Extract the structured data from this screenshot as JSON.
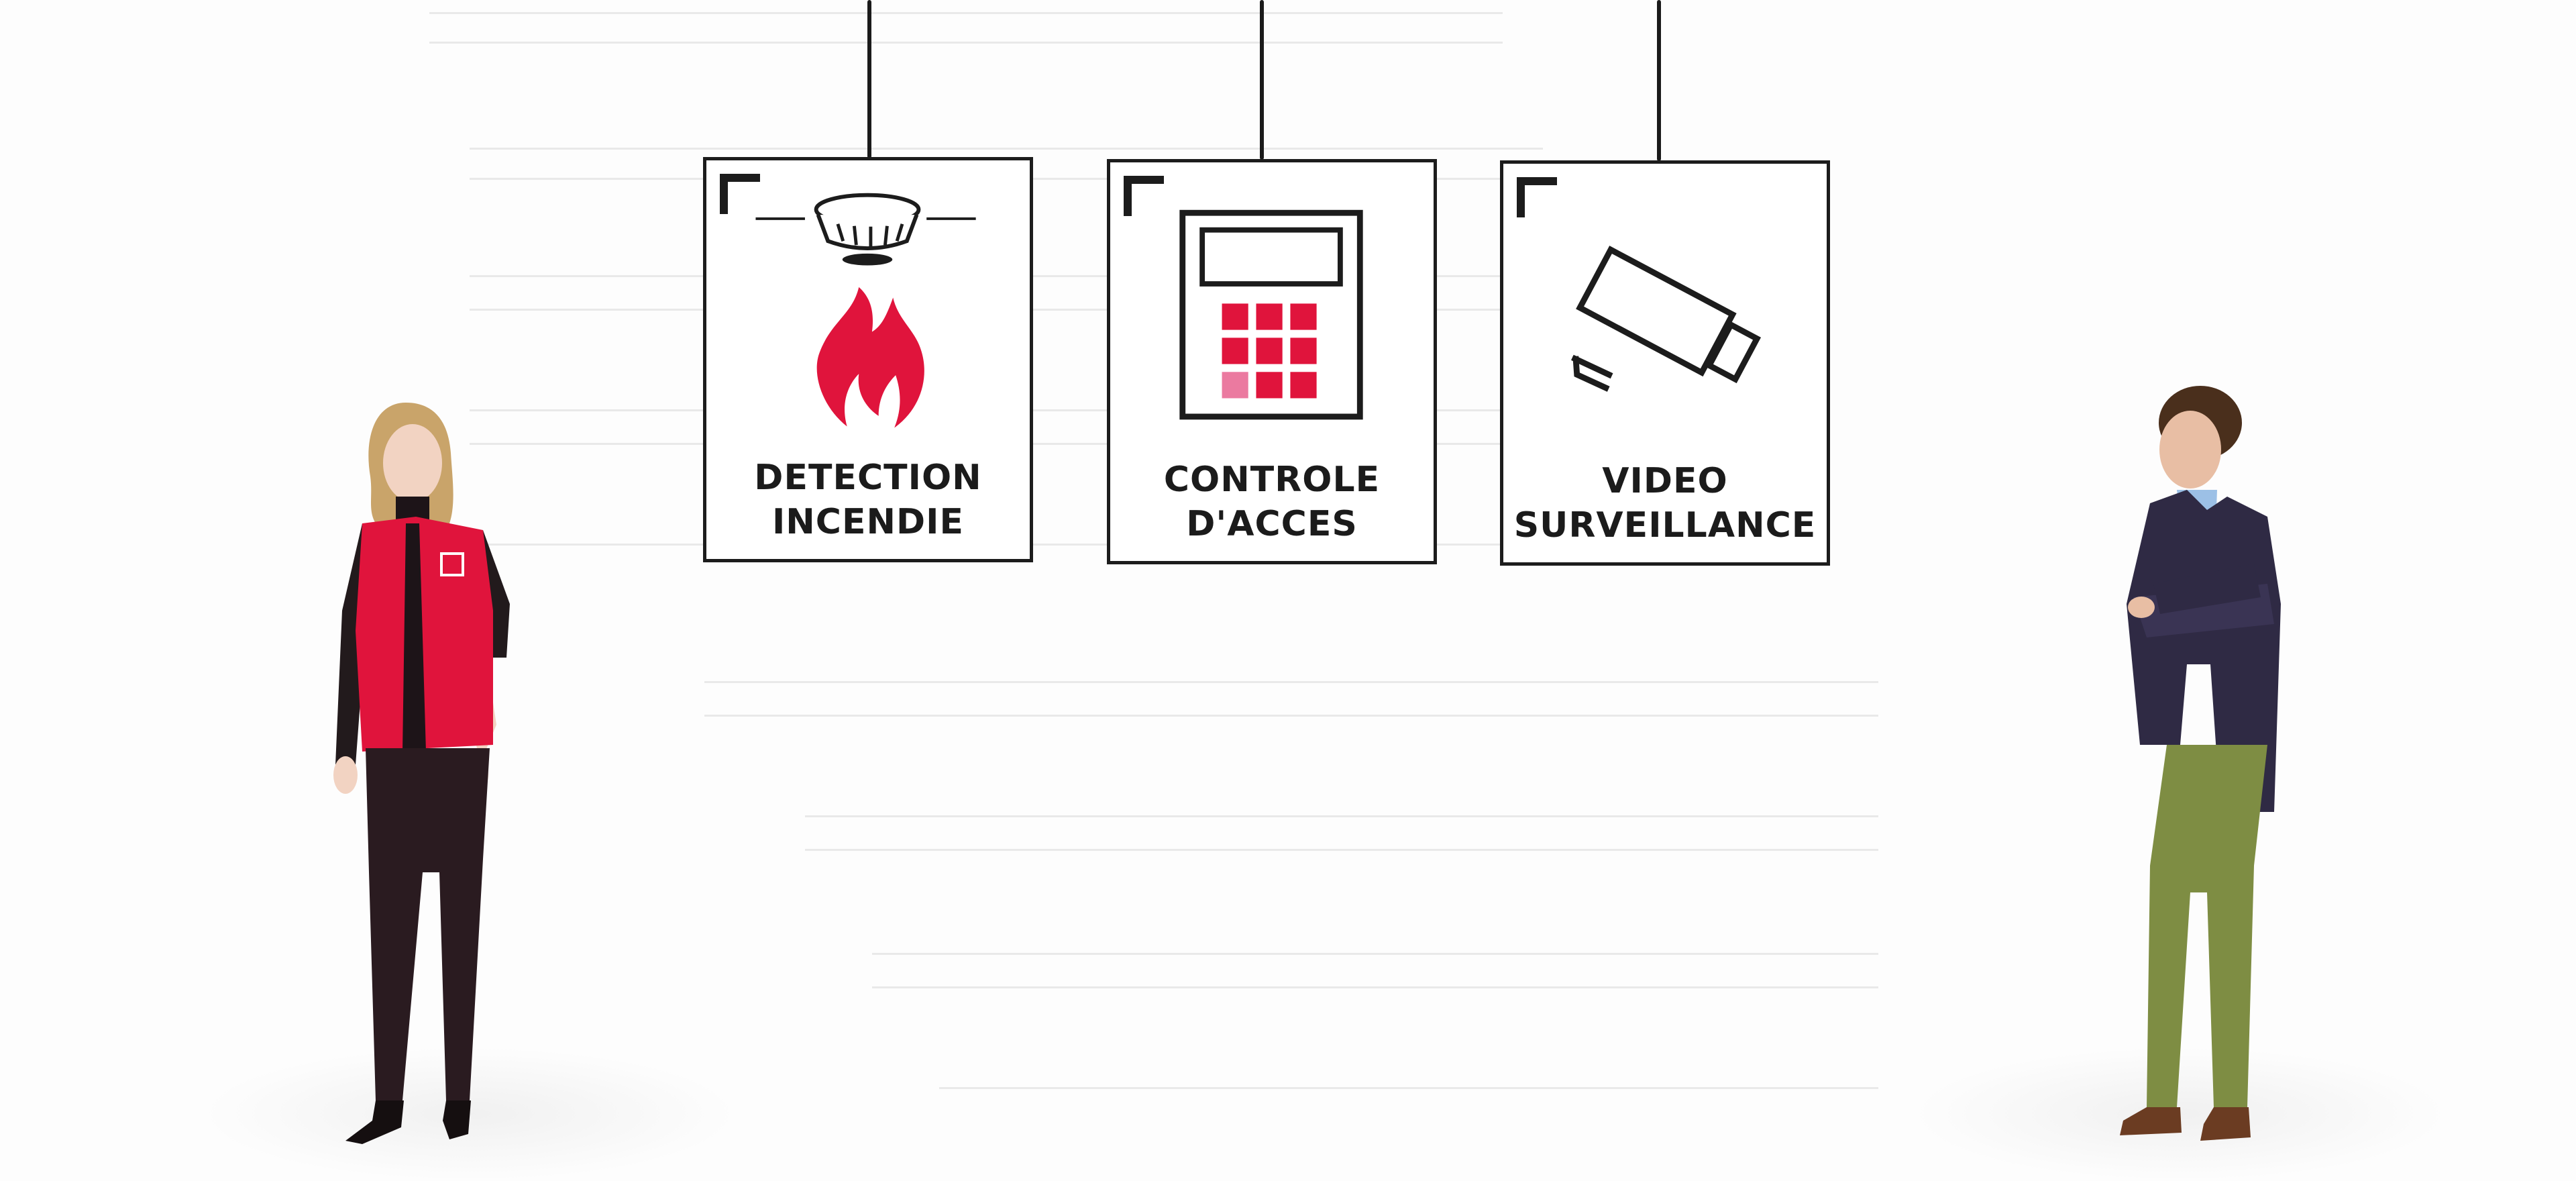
{
  "panels": [
    {
      "id": "fire",
      "line1": "DETECTION",
      "line2": "INCENDIE",
      "icon": "smoke-detector-flame-icon"
    },
    {
      "id": "access",
      "line1": "CONTROLE",
      "line2": "D'ACCES",
      "icon": "keypad-icon"
    },
    {
      "id": "video",
      "line1": "VIDEO",
      "line2": "SURVEILLANCE",
      "icon": "security-camera-icon"
    }
  ],
  "colors": {
    "accent_red": "#e0143c",
    "accent_pink": "#eb7aa0",
    "ink": "#1c1c1c",
    "background": "#fdfdfd"
  },
  "people": [
    {
      "id": "woman",
      "description_icon": "woman-in-red-vest"
    },
    {
      "id": "man",
      "description_icon": "man-in-blazer"
    }
  ]
}
